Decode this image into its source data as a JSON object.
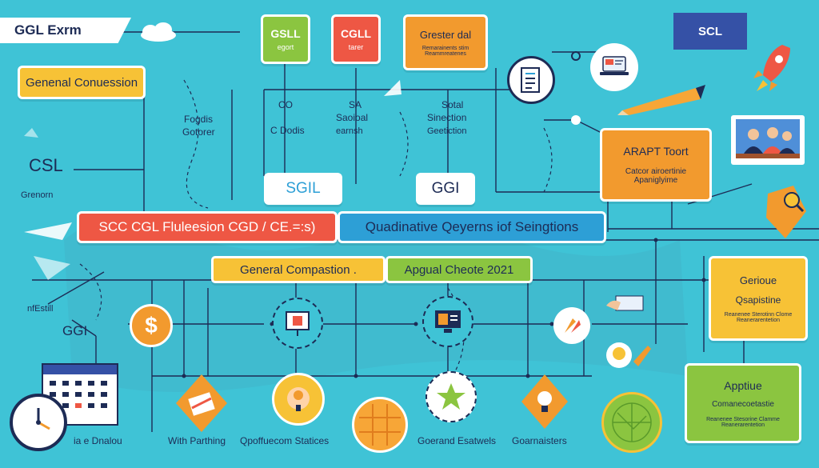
{
  "banner": {
    "title": "GGL Exrm"
  },
  "top_cards": [
    {
      "title": "GSLL",
      "sub": "egort"
    },
    {
      "title": "CGLL",
      "sub": "tarer"
    },
    {
      "title": "Grester dal",
      "sub1": "Remarainents stim",
      "sub2": "Reammreatenes"
    }
  ],
  "flag": {
    "text": "SCL"
  },
  "left_top": {
    "title": "Genenal Conuession"
  },
  "col_labels": [
    {
      "a": "Fogdis",
      "b": "Gotorer"
    },
    {
      "a": "CO",
      "b": "C Dodis"
    },
    {
      "a": "SA",
      "b": "Saoioal",
      "c": "earnsh"
    },
    {
      "a": "Sotal",
      "b": "Sinection",
      "c": "Geetiction"
    }
  ],
  "left_labels": {
    "csl": "CSL",
    "grenorn": "Grenorn",
    "esfoil": "nfEstill",
    "ggi": "GGI"
  },
  "center_tags": {
    "a": "SGIL",
    "b": "GGI"
  },
  "main_bar": {
    "left": "SCC CGL Fluleesion CGD / CE.=:s)",
    "right": "Quadinative Qeyerns iof Seingtions"
  },
  "second_bar": {
    "left": "General Compastion .",
    "right": "Apgual Cheote 2021"
  },
  "right_top": {
    "title": "ARAPT Toort",
    "sub1": "Catcor airoertinie",
    "sub2": "Apaniglyime"
  },
  "right_mid": {
    "title": "Gerioue",
    "sub": "Qsapistine",
    "l1": "Reanenee Sterotinn Clome",
    "l2": "Reanerarentetion"
  },
  "right_bot": {
    "title": "Apptiue",
    "sub": "Comanecoetastie",
    "l1": "Reanenee Stesorine Clamme",
    "l2": "Reanerarentetion"
  },
  "bottom_labels": {
    "a": "ia e Dnalou",
    "b": "With Parthing",
    "c": "Qpoffuecom Statices",
    "d": "Goerand Esatwels",
    "e": "Goarnaisters"
  },
  "icons": {
    "dollar": "$"
  },
  "colors": {
    "background": "#3fc3d6",
    "orange": "#f29a2e",
    "green": "#8bc540",
    "red": "#ee5744",
    "yellow": "#f7c236",
    "blue": "#2d9fd6",
    "navy": "#1d2b55"
  }
}
